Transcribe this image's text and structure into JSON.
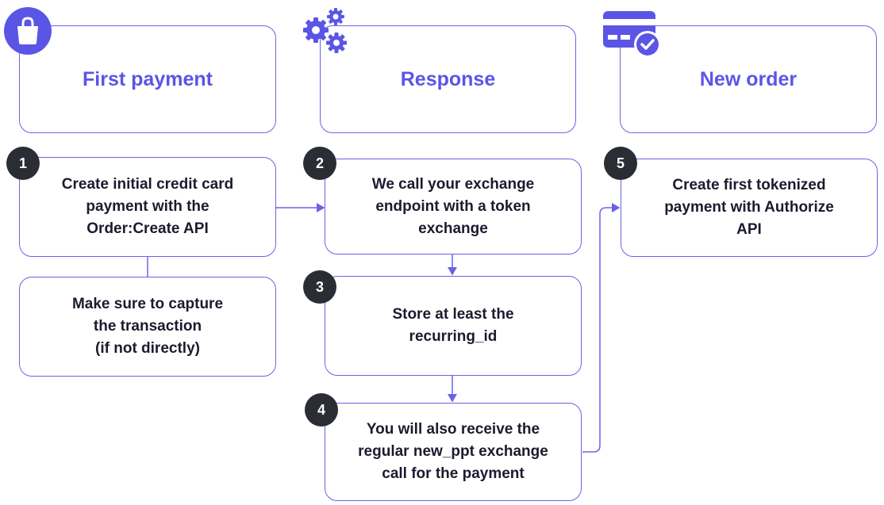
{
  "colors": {
    "accent": "#5b55e6",
    "border": "#6b62e8",
    "badge": "#2b2d34"
  },
  "headers": {
    "first_payment": "First payment",
    "response": "Response",
    "new_order": "New order"
  },
  "icons": {
    "first_payment": "shopping-bag-icon",
    "response": "gears-icon",
    "new_order": "credit-card-check-icon"
  },
  "steps": {
    "s1": {
      "number": "1",
      "text": "Create initial credit card\npayment with the\nOrder:Create API"
    },
    "s1b": {
      "text": "Make sure to capture\nthe transaction\n(if not directly)"
    },
    "s2": {
      "number": "2",
      "text": "We call your exchange\nendpoint with a token\nexchange"
    },
    "s3": {
      "number": "3",
      "text": "Store at least the\nrecurring_id"
    },
    "s4": {
      "number": "4",
      "text": "You will also receive the\nregular new_ppt exchange\ncall for the payment"
    },
    "s5": {
      "number": "5",
      "text": "Create first tokenized\npayment with Authorize\nAPI"
    }
  }
}
